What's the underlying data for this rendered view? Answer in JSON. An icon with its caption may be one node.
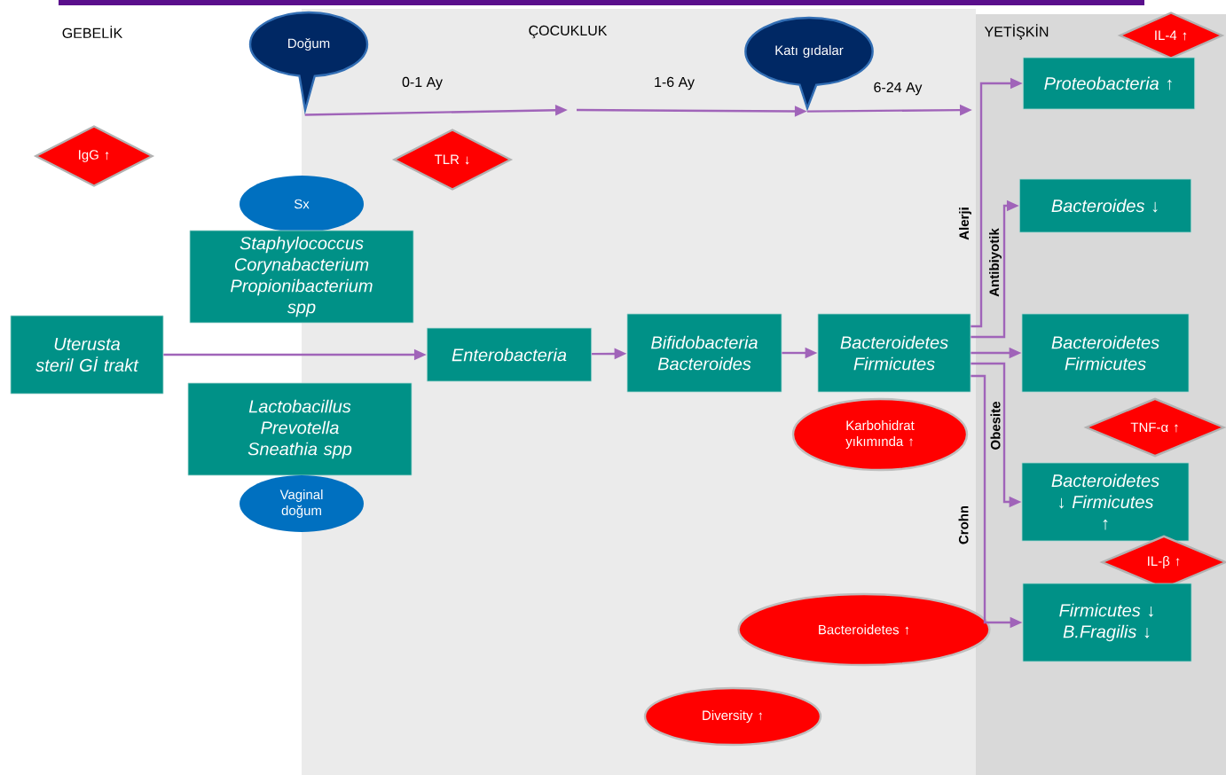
{
  "diagram": {
    "nodes": [
      {
        "text": [
          "Doğum"
        ]
      },
      {
        "text": [
          "Katı gıdalar"
        ]
      },
      {
        "text": [
          "IL-4 ↑"
        ]
      },
      {
        "text": [
          "IgG ↑"
        ]
      },
      {
        "text": [
          "TLR ↓"
        ]
      },
      {
        "text": [
          "Proteobacteria ↑"
        ]
      },
      {
        "text": [
          "Sx"
        ]
      },
      {
        "text": [
          "Staphylococcus Corynabacterium Propionibacterium spp"
        ]
      },
      {
        "text": [
          "Bacteroides ↓"
        ]
      },
      {
        "text": [
          "Uterusta steril Gİ trakt"
        ]
      },
      {
        "text": [
          "Enterobacteria"
        ]
      },
      {
        "text": [
          "Bifidobacteria Bacteroides"
        ]
      },
      {
        "text": [
          "Bacteroidetes Firmicutes"
        ]
      },
      {
        "text": [
          "Bacteroidetes Firmicutes"
        ]
      },
      {
        "text": [
          "Lactobacillus Prevotella Sneathia spp"
        ]
      },
      {
        "text": [
          "Vaginal doğum"
        ]
      },
      {
        "text": [
          "Karbohidrat yıkımında ↑"
        ]
      },
      {
        "text": [
          "TNF-α ↑"
        ]
      },
      {
        "text": [
          "Bacteroidetes ↓ Firmicutes ↑"
        ]
      },
      {
        "text": [
          "IL-β ↑"
        ]
      },
      {
        "text": [
          "Bacteroidetes ↑"
        ]
      },
      {
        "text": [
          "Firmicutes ↓ B.Fragilis ↓"
        ]
      },
      {
        "text": [
          "Diversity ↑"
        ]
      }
    ],
    "edges": [
      {
        "from": 0,
        "to": null,
        "arrow": "to",
        "label": "0-1 Ay"
      },
      {
        "from": null,
        "to": 1,
        "arrow": "to",
        "label": "1-6 Ay"
      },
      {
        "from": 1,
        "to": null,
        "arrow": "to",
        "label": "6-24 Ay"
      },
      {
        "from": 9,
        "to": 10,
        "arrow": "to"
      },
      {
        "from": 10,
        "to": 11,
        "arrow": "to"
      },
      {
        "from": 11,
        "to": 12,
        "arrow": "to"
      },
      {
        "from": 12,
        "to": 5,
        "arrow": "to",
        "label": "Alerji"
      },
      {
        "from": 12,
        "to": 8,
        "arrow": "to",
        "label": "Antibiyotik"
      },
      {
        "from": 12,
        "to": 13,
        "arrow": "to"
      },
      {
        "from": 12,
        "to": 18,
        "arrow": "to",
        "label": "Obesite"
      },
      {
        "from": 12,
        "to": 21,
        "arrow": "to",
        "label": "Crohn"
      }
    ],
    "labels": [
      "GEBELİK",
      "ÇOCUKLUK",
      "YETİŞKİN"
    ]
  }
}
